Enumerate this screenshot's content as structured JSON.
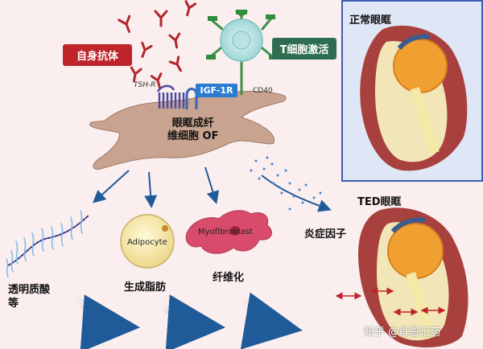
{
  "labels": {
    "autoantibody": "自身抗体",
    "t_cell_activation": "T细胞激活",
    "tsh_r": "TSH-R",
    "igf_1r": "IGF-1R",
    "cd40": "CD40",
    "orbital_fibroblast": "眼眶成纤\n维细胞 OF",
    "hyaluronic_acid": "透明质酸\n等",
    "adipocyte": "Adipocyte",
    "fat_generation": "生成脂肪",
    "myofibroblast": "Myofibroblast",
    "fibrosis": "纤维化",
    "inflammatory_factors": "炎症因子",
    "normal_orbit": "正常眼眶",
    "ted_orbit": "TED眼眶",
    "watermark": "知乎 @肖恩记药"
  },
  "colors": {
    "background": "#fbeeee",
    "autoantibody_tag": "#c0242b",
    "t_cell_tag": "#2e6d4f",
    "igf_tag": "#2a7bd1",
    "fibroblast": "#c8a38f",
    "arrow": "#1f5a99",
    "panel_border": "#3f5db0"
  }
}
